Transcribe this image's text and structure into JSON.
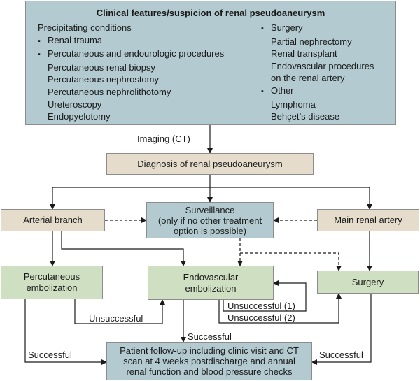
{
  "top": {
    "title": "Clinical features/suspicion of renal pseudoaneurysm",
    "left_col": [
      {
        "text": "Precipitating conditions",
        "style": "plain"
      },
      {
        "text": "Renal trauma",
        "style": "bullet"
      },
      {
        "text": "Percutaneous and endourologic procedures",
        "style": "bullet"
      },
      {
        "text": "Percutaneous renal biopsy",
        "style": "indent"
      },
      {
        "text": "Percutaneous nephrostomy",
        "style": "indent"
      },
      {
        "text": "Percutaneous nephrolithotomy",
        "style": "indent"
      },
      {
        "text": "Ureteroscopy",
        "style": "indent"
      },
      {
        "text": "Endopyelotomy",
        "style": "indent"
      }
    ],
    "right_col": [
      {
        "text": "Surgery",
        "style": "bullet"
      },
      {
        "text": "Partial nephrectomy",
        "style": "indent"
      },
      {
        "text": "Renal transplant",
        "style": "indent"
      },
      {
        "text": "Endovascular procedures",
        "style": "indent"
      },
      {
        "text": "on the renal artery",
        "style": "indent"
      },
      {
        "text": "Other",
        "style": "bullet"
      },
      {
        "text": "Lymphoma",
        "style": "indent"
      },
      {
        "text": "Behçet’s disease",
        "style": "indent"
      }
    ]
  },
  "imaging_label": "Imaging (CT)",
  "diagnosis": "Diagnosis of renal pseudoaneurysm",
  "arterial_branch": "Arterial branch",
  "surveillance": "Surveillance\n(only if no other treatment\noption is possible)",
  "main_renal_artery": "Main renal artery",
  "percutaneous_embolization": "Percutaneous\nembolization",
  "endovascular_embolization": "Endovascular\nembolization",
  "surgery": "Surgery",
  "unsuccessful": "Unsuccessful",
  "unsuccessful_1": "Unsuccessful (1)",
  "unsuccessful_2": "Unsuccessful (2)",
  "successful_left": "Successful",
  "successful_center": "Successful",
  "successful_right": "Successful",
  "follow_up": "Patient follow-up including clinic visit and CT\nscan at 4 weeks postdischarge and annual\nrenal function and blood pressure checks",
  "colors": {
    "blue": "#b3cbd0",
    "tan": "#e5dccb",
    "green": "#cfdfc1",
    "line": "#1a1a1a"
  }
}
